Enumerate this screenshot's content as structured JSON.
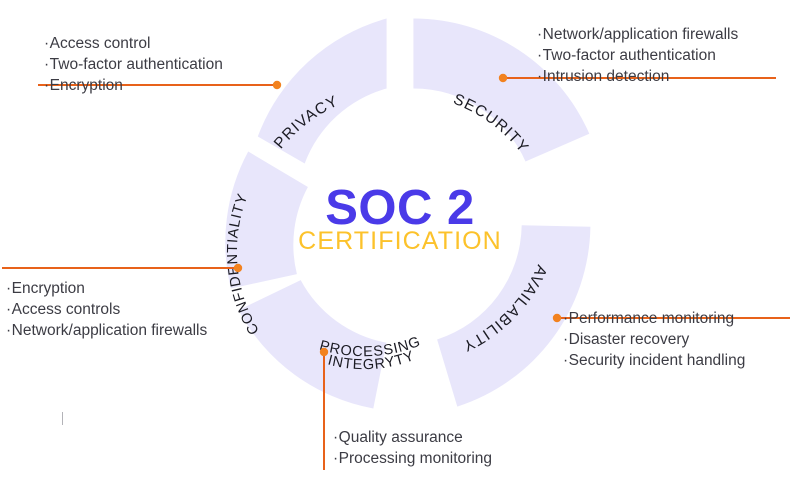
{
  "diagram": {
    "title": "SOC 2",
    "subtitle": "CERTIFICATION",
    "colors": {
      "ring": "#e8e6fb",
      "title": "#4a3ae8",
      "subtitle": "#fcc22b",
      "connector": "#e8621a",
      "dot": "#f2821f",
      "label": "#1b1b23",
      "callout_text": "#3c3c44",
      "background": "#ffffff"
    },
    "segments": [
      {
        "key": "security",
        "label": "SECURITY",
        "label_lines": [
          "SECURITY"
        ],
        "items": [
          "Network/application firewalls",
          "Two-factor authentication",
          "Intrusion detection"
        ]
      },
      {
        "key": "availability",
        "label": "AVAILABILITY",
        "label_lines": [
          "AVAILABILITY"
        ],
        "items": [
          "Performance monitoring",
          "Disaster recovery",
          "Security incident handling"
        ]
      },
      {
        "key": "processing-integrity",
        "label": "PROCESSING INTEGRYTY",
        "label_lines": [
          "PROCESSING",
          "INTEGRYTY"
        ],
        "items": [
          "Quality assurance",
          "Processing monitoring"
        ]
      },
      {
        "key": "confidentiality",
        "label": "CONFIDENTIALITY",
        "label_lines": [
          "CONFIDENTIALITY"
        ],
        "items": [
          "Encryption",
          "Access controls",
          "Network/application firewalls"
        ]
      },
      {
        "key": "privacy",
        "label": "PRIVACY",
        "label_lines": [
          "PRIVACY"
        ],
        "items": [
          "Access control",
          "Two-factor authentication",
          "Encryption"
        ]
      }
    ],
    "bullet_glyph": "·"
  }
}
